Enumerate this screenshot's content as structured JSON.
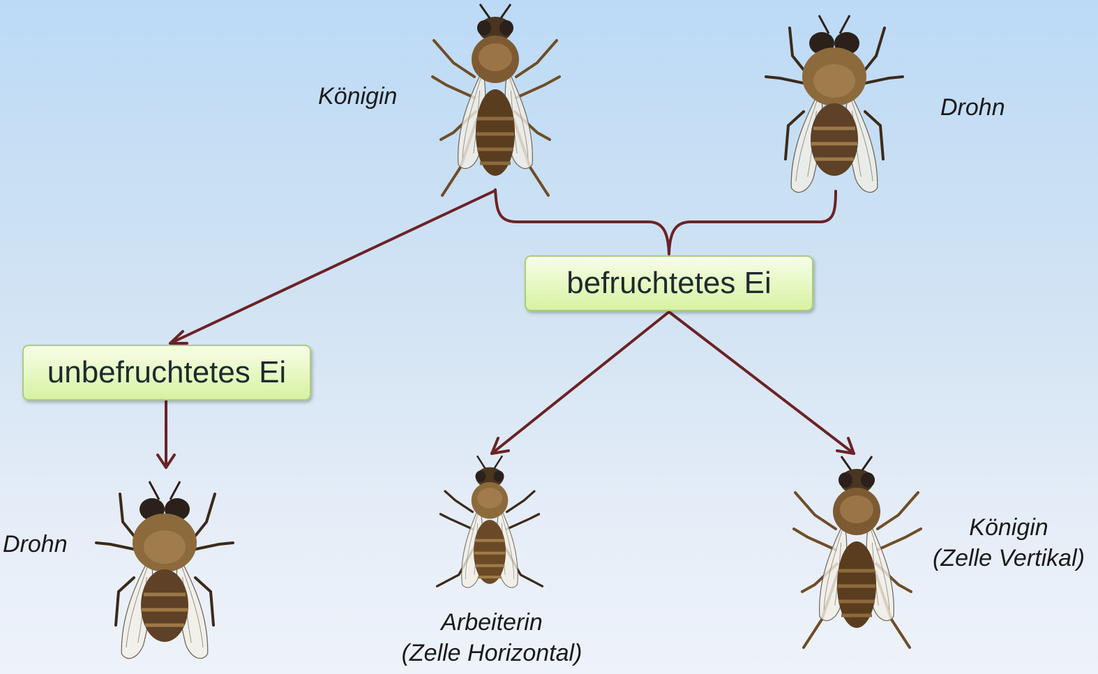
{
  "nodes": {
    "queen_parent": "Königin",
    "drone_parent": "Drohn",
    "fertilized_egg": "befruchtetes Ei",
    "unfertilized_egg": "unbefruchtetes Ei",
    "drone_child": "Drohn",
    "worker_line1": "Arbeiterin",
    "worker_line2": "(Zelle Horizontal)",
    "queen_child_line1": "Königin",
    "queen_child_line2": "(Zelle Vertikal)"
  },
  "colors": {
    "connector": "#6b2226",
    "box_border": "#a8cf7a",
    "box_fill": "#e6f8c0",
    "bee_body": "#7a5a32",
    "bee_thorax": "#8c6a3c"
  },
  "icons": [
    "queen-bee-icon",
    "drone-bee-icon",
    "worker-bee-icon"
  ]
}
